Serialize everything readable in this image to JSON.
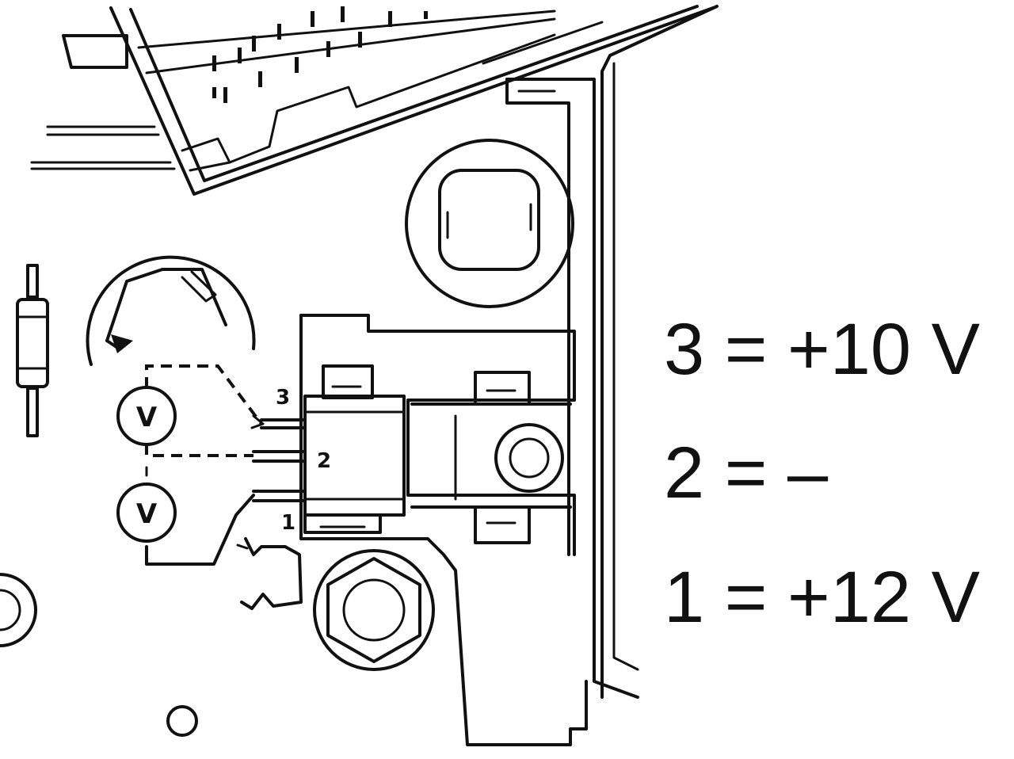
{
  "pins": [
    {
      "number": "3"
    },
    {
      "number": "2"
    },
    {
      "number": "1"
    }
  ],
  "meters": [
    {
      "symbol": "V"
    },
    {
      "symbol": "V"
    }
  ],
  "legend": [
    {
      "text": "3 = +10 V"
    },
    {
      "text": "2 = –"
    },
    {
      "text": "1 = +12 V"
    }
  ]
}
